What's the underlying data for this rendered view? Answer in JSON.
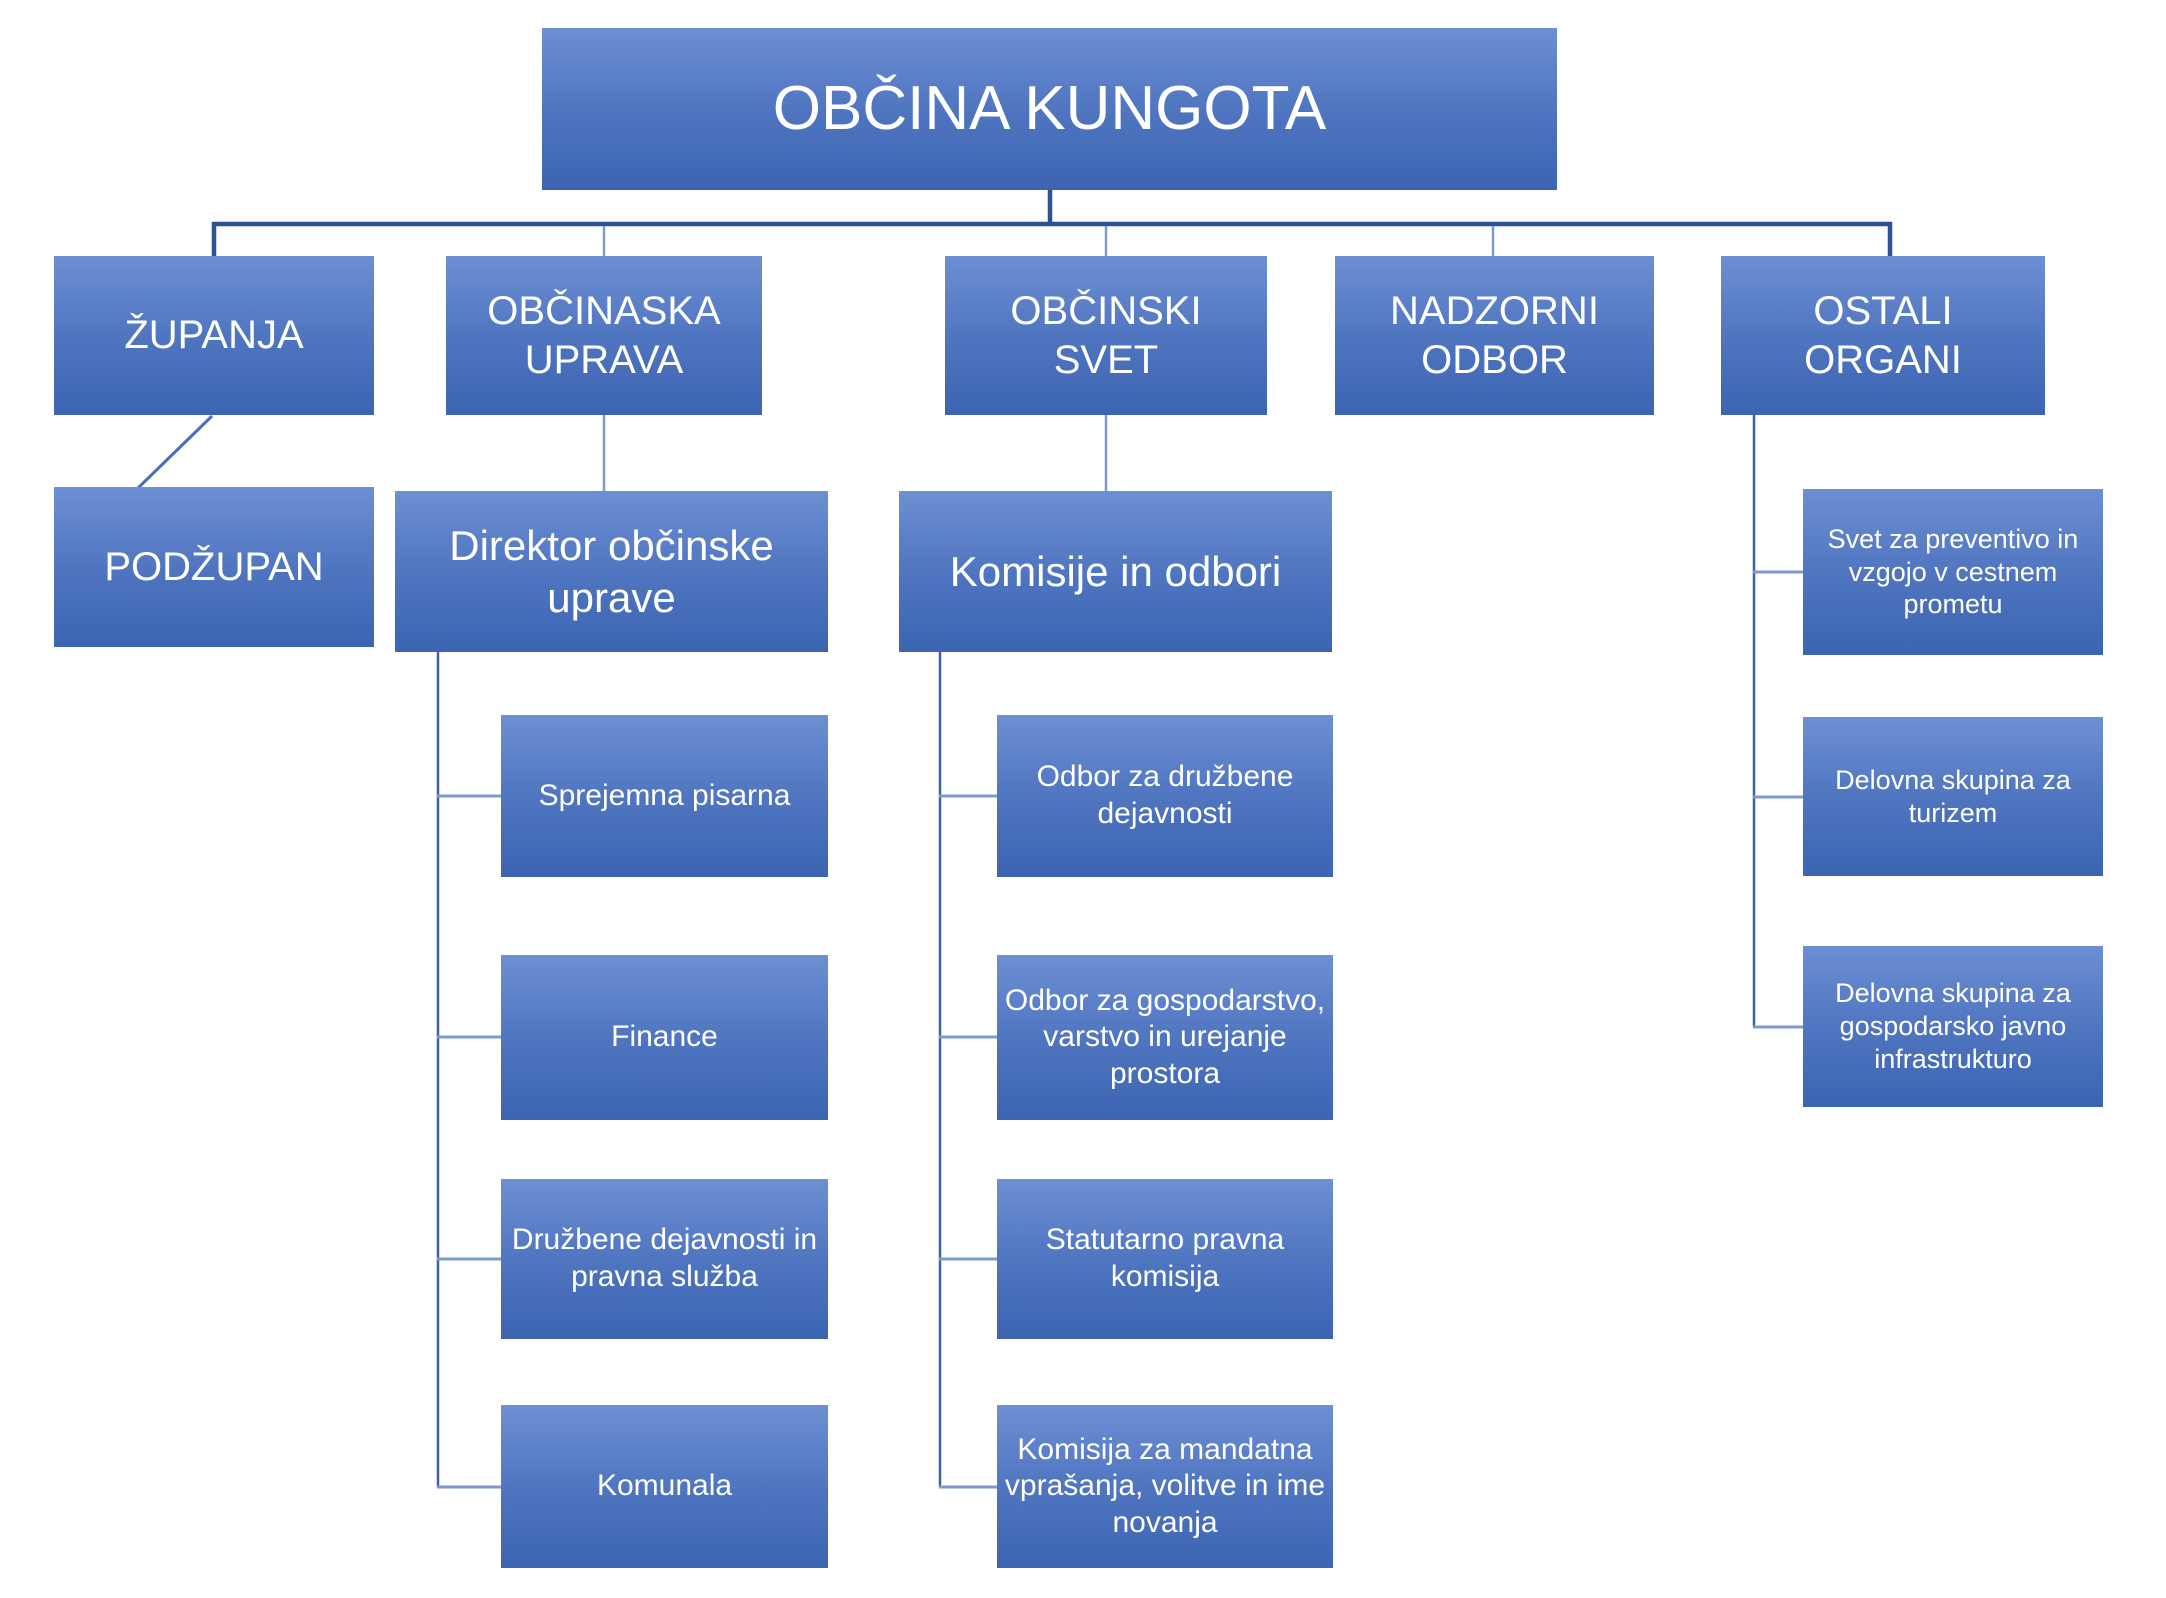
{
  "colors": {
    "background": "#ffffff",
    "box_gradient_top": "#6d8fd3",
    "box_gradient_mid": "#4f75c0",
    "box_gradient_bottom": "#3c64b1",
    "text": "#ffffff",
    "connector_dark": "#2d5191",
    "connector_medium": "#4a6fbd",
    "connector_trunk": "#3f61a5",
    "connector_light": "#7e99d0"
  },
  "org": {
    "root": {
      "label": "OBČINA KUNGOTA"
    },
    "branches": [
      {
        "label": "ŽUPANJA",
        "children": [
          {
            "label": "PODŽUPAN"
          }
        ]
      },
      {
        "label": "OBČINASKA UPRAVA",
        "children": [
          {
            "label": "Direktor občinske uprave",
            "children": [
              {
                "label": "Sprejemna pisarna"
              },
              {
                "label": "Finance"
              },
              {
                "label": "Družbene dejavnosti in pravna služba"
              },
              {
                "label": "Komunala"
              }
            ]
          }
        ]
      },
      {
        "label": "OBČINSKI SVET",
        "children": [
          {
            "label": "Komisije in odbori",
            "children": [
              {
                "label": "Odbor za družbene dejavnosti"
              },
              {
                "label": "Odbor za gospodarstvo, varstvo in urejanje prostora"
              },
              {
                "label": "Statutarno pravna komisija"
              },
              {
                "label": "Komisija za mandatna vprašanja, volitve in ime novanja"
              }
            ]
          }
        ]
      },
      {
        "label": "NADZORNI ODBOR",
        "children": []
      },
      {
        "label": "OSTALI ORGANI",
        "children": [
          {
            "label": "Svet za preventivo in vzgojo v cestnem prometu"
          },
          {
            "label": "Delovna skupina za turizem"
          },
          {
            "label": "Delovna skupina za gospodarsko javno infrastrukturo"
          }
        ]
      }
    ]
  }
}
